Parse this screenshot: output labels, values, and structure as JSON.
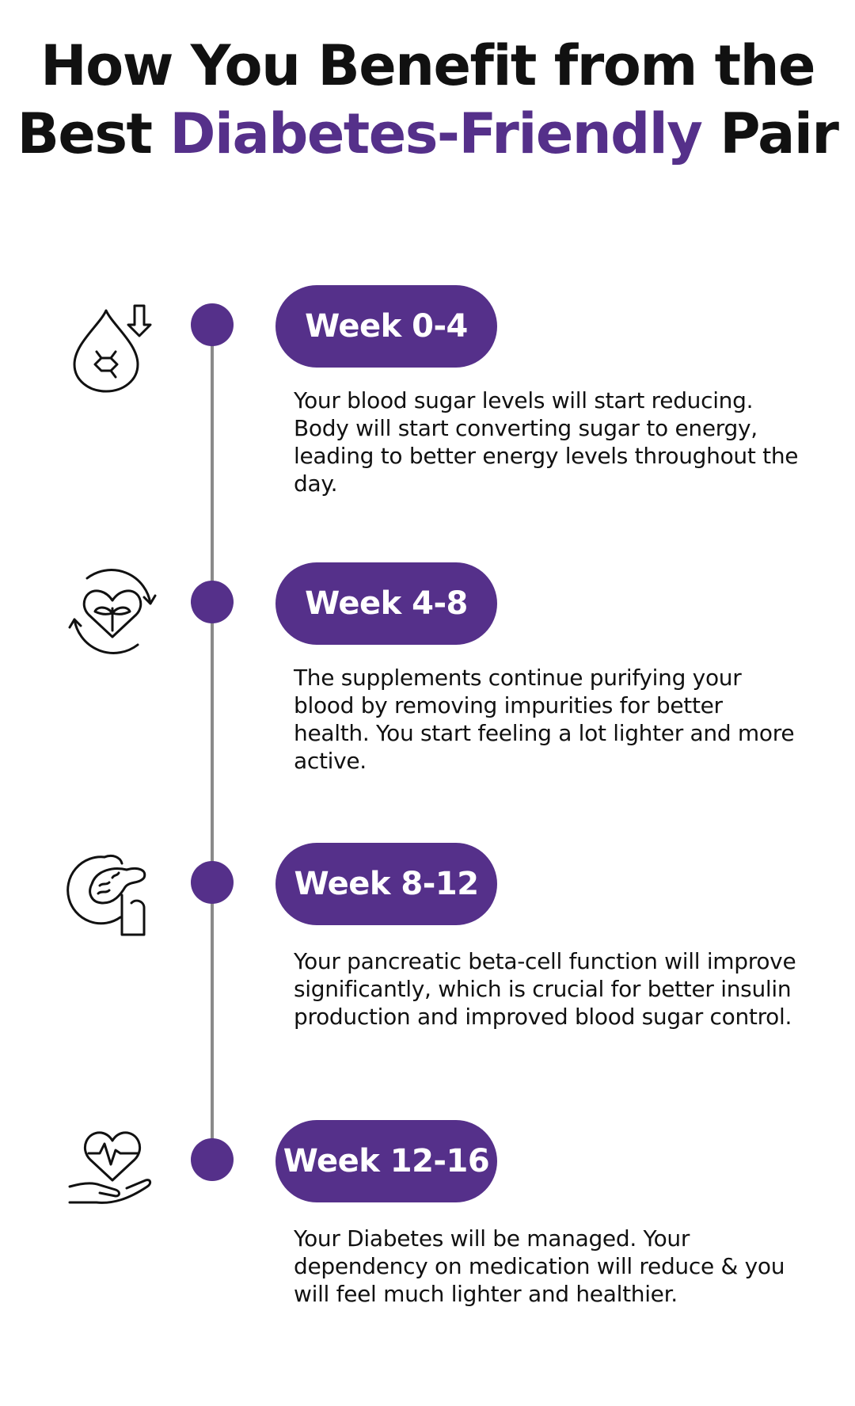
{
  "header": {
    "title_line1": "How You Benefit from the",
    "title_line2_prefix": "Best ",
    "title_line2_accent": "Diabetes-Friendly",
    "title_line2_suffix": " Pair"
  },
  "colors": {
    "accent": "#55308a",
    "timeline": "#8a8a8a",
    "text": "#111111",
    "background": "#ffffff"
  },
  "timeline": [
    {
      "label": "Week 0-4",
      "icon": "blood-drop-down-arrow-icon",
      "description": "Your blood sugar levels will start reducing. Body will start converting sugar to energy, leading to better energy levels throughout the day."
    },
    {
      "label": "Week 4-8",
      "icon": "heart-cycle-icon",
      "description": "The supplements continue purifying your blood by removing impurities for better health. You start feeling a lot lighter and more active."
    },
    {
      "label": "Week 8-12",
      "icon": "pancreas-icon",
      "description": "Your pancreatic beta-cell function will improve significantly, which is crucial for better insulin production and improved blood sugar control."
    },
    {
      "label": "Week 12-16",
      "icon": "heart-hand-icon",
      "description": "Your Diabetes will be managed. Your dependency on medication will reduce & you will feel much lighter and healthier."
    }
  ]
}
